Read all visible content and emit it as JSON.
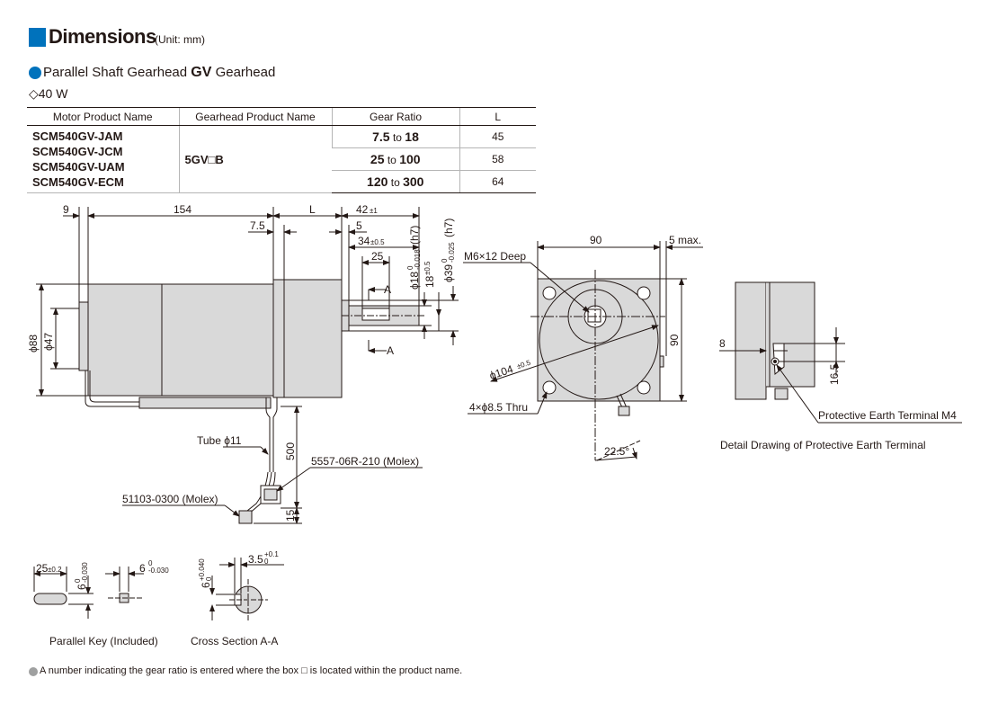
{
  "header": {
    "title": "Dimensions",
    "unit": "(Unit: mm)",
    "subtitle_pre": "Parallel Shaft Gearhead ",
    "subtitle_bold": "GV",
    "subtitle_post": " Gearhead",
    "power": "◇40 W"
  },
  "table": {
    "headers": [
      "Motor Product Name",
      "Gearhead Product Name",
      "Gear Ratio",
      "L"
    ],
    "motor_names": [
      "SCM540GV-JAM",
      "SCM540GV-JCM",
      "SCM540GV-UAM",
      "SCM540GV-ECM"
    ],
    "gearhead_name": "5GV□B",
    "rows": [
      {
        "ratio_from": "7.5",
        "to": "to",
        "ratio_to": "18",
        "L": "45"
      },
      {
        "ratio_from": "25",
        "to": "to",
        "ratio_to": "100",
        "L": "58"
      },
      {
        "ratio_from": "120",
        "to": "to",
        "ratio_to": "300",
        "L": "64"
      }
    ]
  },
  "dims": {
    "d9": "9",
    "d154": "154",
    "dL": "L",
    "d42": "42",
    "d42tol": "±1",
    "d7_5": "7.5",
    "d5": "5",
    "d34": "34",
    "d34tol": "±0.5",
    "d25": "25",
    "phi18": "ϕ18",
    "phi18tol_up": "0",
    "phi18tol_dn": "-0.018",
    "h7": "(h7)",
    "d18": "18",
    "d18tol": "±0.5",
    "phi39": "ϕ39",
    "phi39tol_up": "0",
    "phi39tol_dn": "-0.025",
    "secA": "A",
    "phi88": "ϕ88",
    "phi47": "ϕ47",
    "tube": "Tube ϕ11",
    "d500": "500",
    "d15": "15",
    "molex1": "5557-06R-210 (Molex)",
    "molex2": "51103-0300 (Molex)",
    "front90w": "90",
    "front5max": "5 max.",
    "front90h": "90",
    "m6": "M6×12 Deep",
    "phi104": "ϕ104",
    "phi104tol": "±0.5",
    "holes": "4×ϕ8.5 Thru",
    "angle": "22.5°",
    "side8": "8",
    "side16_5": "16.5",
    "pe_terminal": "Protective Earth Terminal M4",
    "pe_caption": "Detail Drawing of Protective Earth Terminal",
    "key25": "25",
    "key25tol": "±0.2",
    "key6": "6",
    "key6tol_up": "0",
    "key6tol_dn": "-0.030",
    "xs6": "6",
    "xs6tol_up": "0",
    "xs6tol_dn": "-0.030",
    "sh6": "6",
    "sh6tol_up": "+0.040",
    "sh6tol_dn": "0",
    "sh3_5": "3.5",
    "sh3_5tol_up": "+0.1",
    "sh3_5tol_dn": "0",
    "key_caption": "Parallel Key (Included)",
    "xs_caption": "Cross Section A-A"
  },
  "note": "A number indicating the gear ratio is entered where the box □ is located within the product name.",
  "colors": {
    "accent": "#0072bc",
    "motor_fill": "#d9d9d9",
    "note_dot": "#9fa0a0"
  }
}
